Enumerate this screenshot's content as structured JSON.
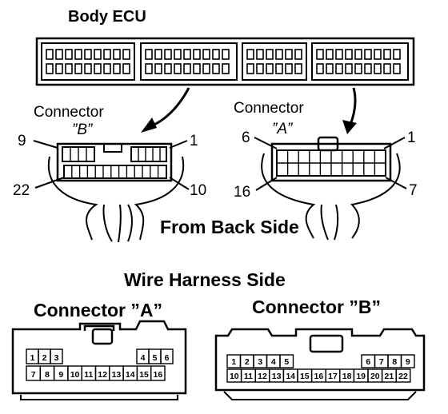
{
  "title": "Body ECU",
  "ecu_connector_b": {
    "label": "Connector",
    "id": "”B”",
    "pin_top_left": "9",
    "pin_top_right": "1",
    "pin_bottom_left": "22",
    "pin_bottom_right": "10"
  },
  "ecu_connector_a": {
    "label": "Connector",
    "id": "”A”",
    "pin_top_left": "6",
    "pin_top_right": "1",
    "pin_bottom_left": "16",
    "pin_bottom_right": "7"
  },
  "view_note": "From Back Side",
  "harness_title": "Wire Harness Side",
  "harness_a": {
    "label": "Connector ”A”",
    "row1_left": [
      "1",
      "2",
      "3"
    ],
    "row1_right": [
      "4",
      "5",
      "6"
    ],
    "row2": [
      "7",
      "8",
      "9",
      "10",
      "11",
      "12",
      "13",
      "14",
      "15",
      "16"
    ]
  },
  "harness_b": {
    "label": "Connector ”B”",
    "row1_left": [
      "1",
      "2",
      "3",
      "4",
      "5"
    ],
    "row1_right": [
      "6",
      "7",
      "8",
      "9"
    ],
    "row2": [
      "10",
      "11",
      "12",
      "13",
      "14",
      "15",
      "16",
      "17",
      "18",
      "19",
      "20",
      "21",
      "22"
    ]
  }
}
